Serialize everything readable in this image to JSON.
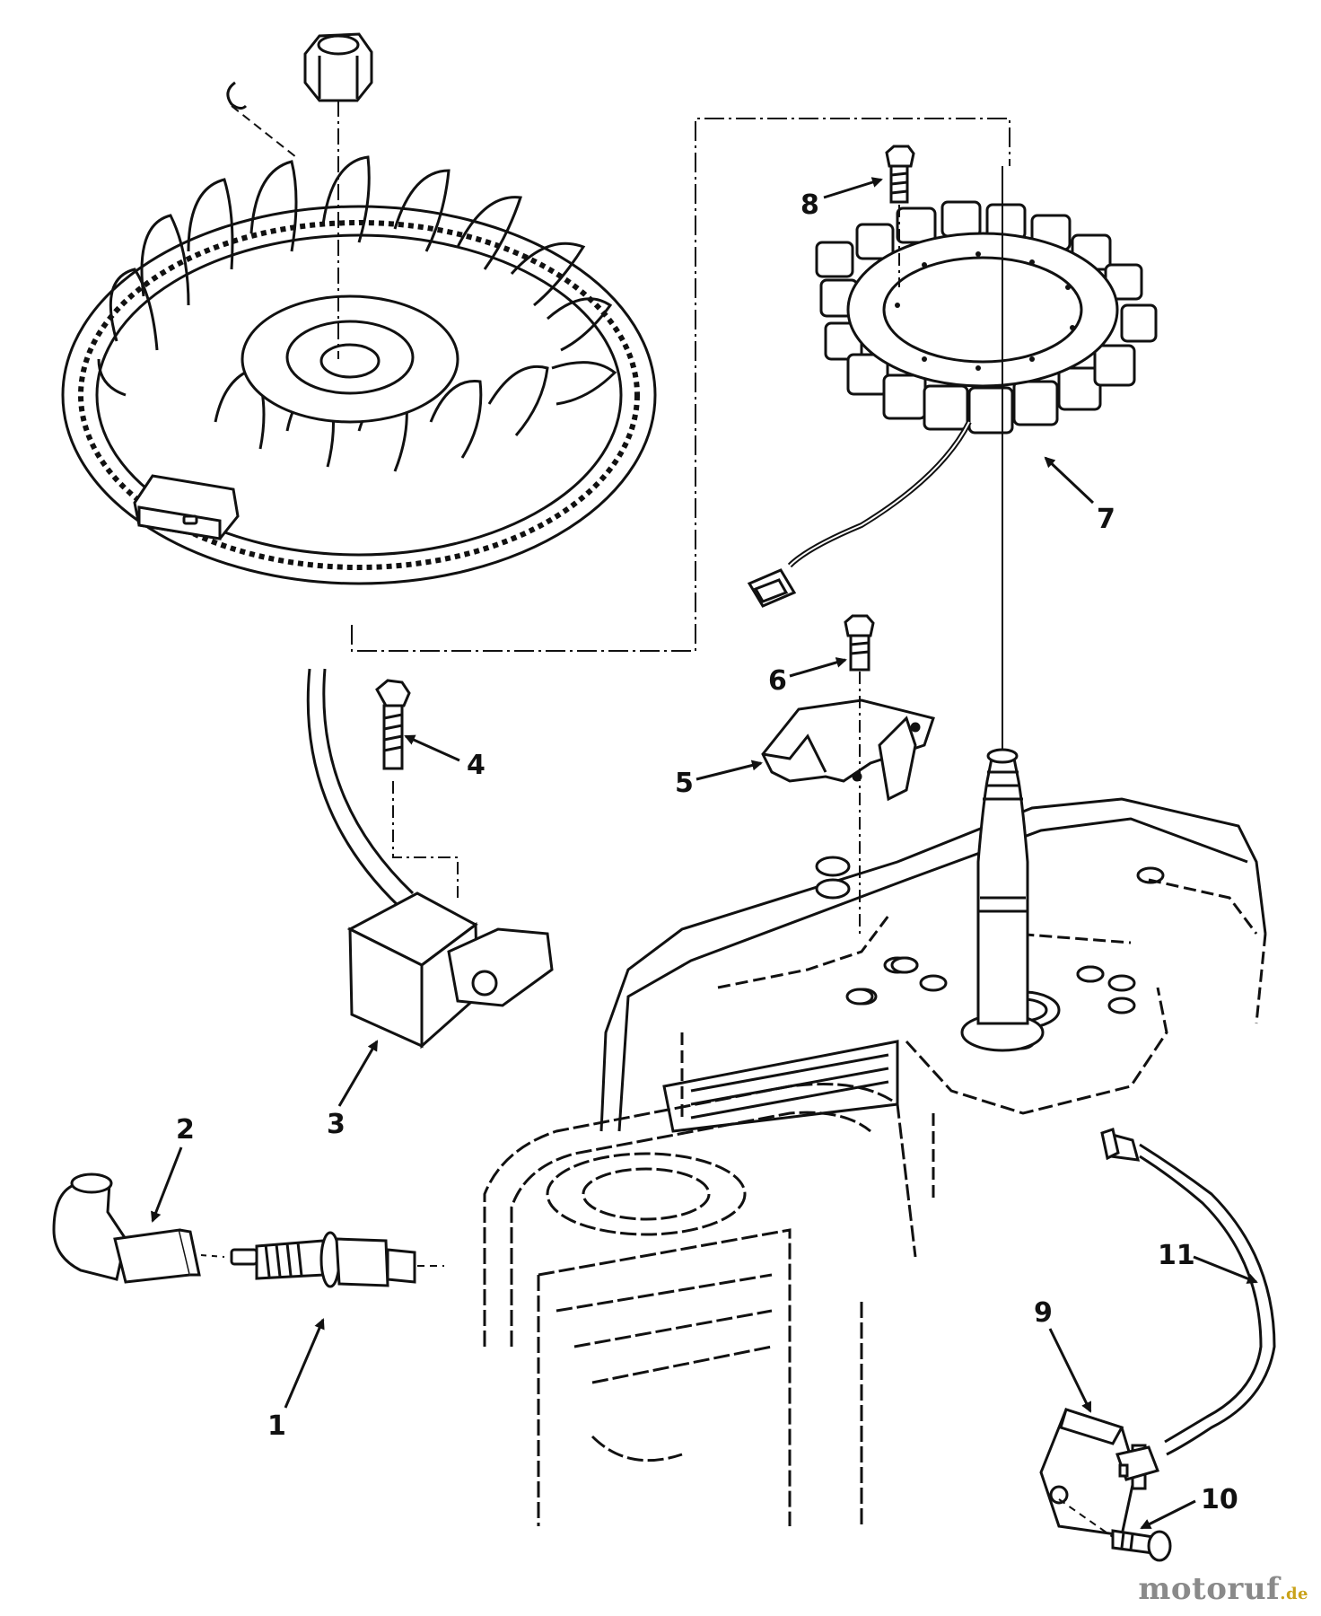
{
  "diagram": {
    "callouts": [
      {
        "id": "1",
        "label": "1"
      },
      {
        "id": "2",
        "label": "2"
      },
      {
        "id": "3",
        "label": "3"
      },
      {
        "id": "4",
        "label": "4"
      },
      {
        "id": "5",
        "label": "5"
      },
      {
        "id": "6",
        "label": "6"
      },
      {
        "id": "7",
        "label": "7"
      },
      {
        "id": "8",
        "label": "8"
      },
      {
        "id": "9",
        "label": "9"
      },
      {
        "id": "10",
        "label": "10"
      },
      {
        "id": "11",
        "label": "11"
      }
    ],
    "parts": [
      "flywheel",
      "stator",
      "ignition-module",
      "spark-plug",
      "spark-plug-boot",
      "rectifier",
      "bracket",
      "crankshaft",
      "engine-block"
    ]
  },
  "watermark": {
    "main": "motoruf",
    "tld": ".de"
  },
  "colors": {
    "line": "#111111",
    "watermark_gray": "#8a8a8a",
    "watermark_gold": "#c9a21a"
  }
}
